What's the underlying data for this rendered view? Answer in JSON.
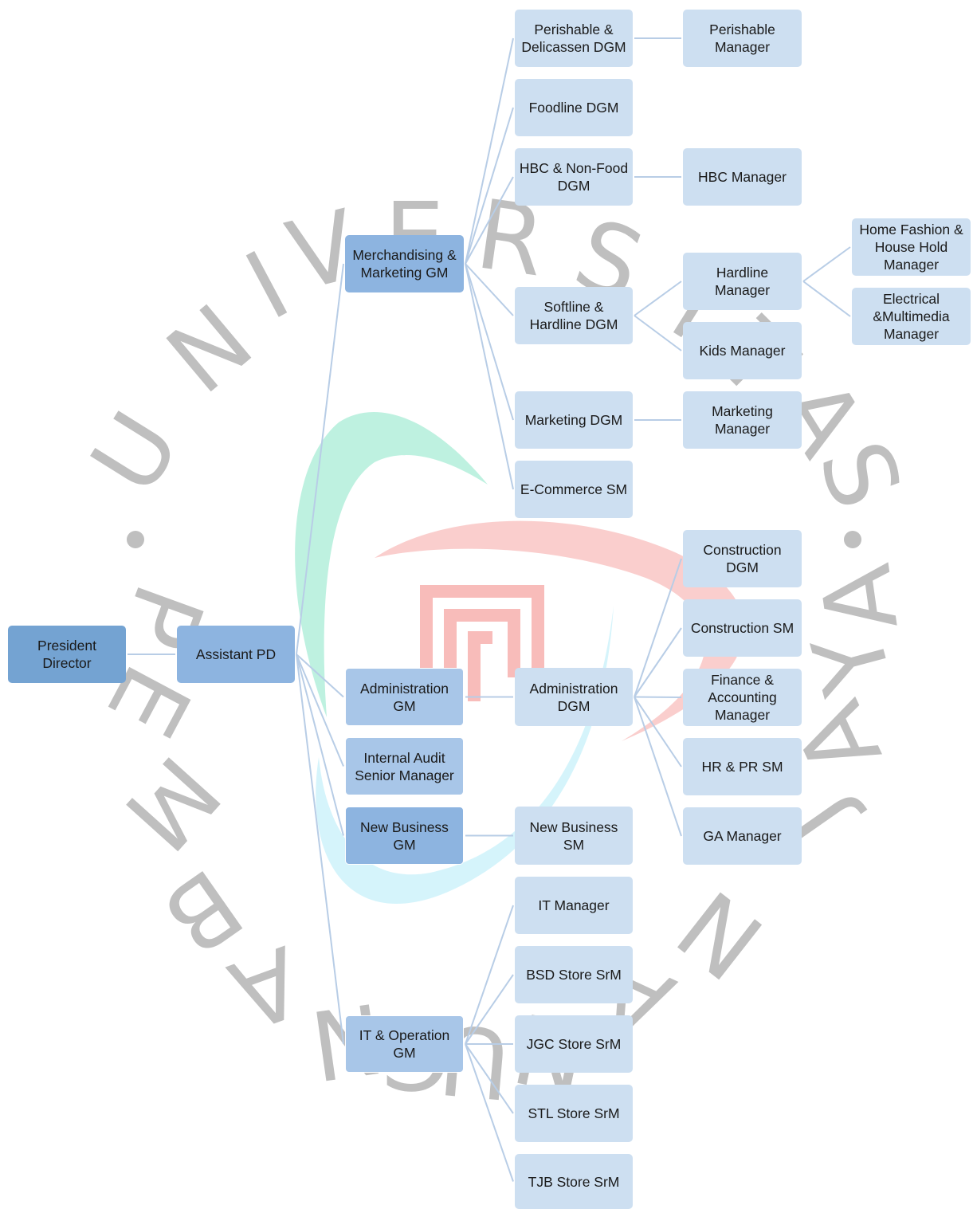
{
  "watermark": {
    "text": "UNIVERSITAS PEMBANGUNAN JAYA",
    "letters": [
      "U",
      "N",
      "I",
      "V",
      "E",
      "R",
      "S",
      "I",
      "T",
      "A",
      "S",
      "P",
      "E",
      "M",
      "B",
      "A",
      "N",
      "G",
      "U",
      "N",
      "A",
      "N",
      "J",
      "A",
      "Y",
      "A"
    ],
    "logo_colors": {
      "red": "#f6a6a4",
      "green": "#a8ecd6",
      "blue": "#b9ecf8"
    }
  },
  "colors": {
    "connector": "#b8cde6",
    "level0": "#74a3d2",
    "level1": "#8db4e0",
    "level2": "#a8c6e8",
    "level3": "#cddff1"
  },
  "nodes": {
    "president_director": "President\nDirector",
    "assistant_pd": "Assistant PD",
    "merchandising_marketing_gm": "Merchandising &\nMarketing GM",
    "administration_gm": "Administration\nGM",
    "internal_audit_senior_manager": "Internal Audit\nSenior Manager",
    "new_business_gm": "New Business\nGM",
    "it_operation_gm": "IT & Operation\nGM",
    "perishable_delicassen_dgm": "Perishable &\nDelicassen DGM",
    "foodline_dgm": "Foodline DGM",
    "hbc_nonfood_dgm": "HBC & Non-Food\nDGM",
    "softline_hardline_dgm": "Softline &\nHardline DGM",
    "marketing_dgm": "Marketing DGM",
    "ecommerce_sm": "E-Commerce SM",
    "administration_dgm": "Administration\nDGM",
    "new_business_sm": "New Business\nSM",
    "it_manager": "IT Manager",
    "bsd_store_srm": "BSD Store SrM",
    "jgc_store_srm": "JGC Store SrM",
    "stl_store_srm": "STL Store SrM",
    "tjb_store_srm": "TJB Store SrM",
    "perishable_manager": "Perishable\nManager",
    "hbc_manager": "HBC Manager",
    "hardline_manager": "Hardline\nManager",
    "kids_manager": "Kids Manager",
    "marketing_manager": "Marketing\nManager",
    "construction_dgm": "Construction\nDGM",
    "construction_sm": "Construction SM",
    "finance_accounting_manager": "Finance &\nAccounting\nManager",
    "hr_pr_sm": "HR & PR SM",
    "ga_manager": "GA Manager",
    "home_fashion_house_hold_manager": "Home Fashion &\nHouse Hold\nManager",
    "electrical_multimedia_manager": "Electrical\n&Multimedia\nManager"
  }
}
